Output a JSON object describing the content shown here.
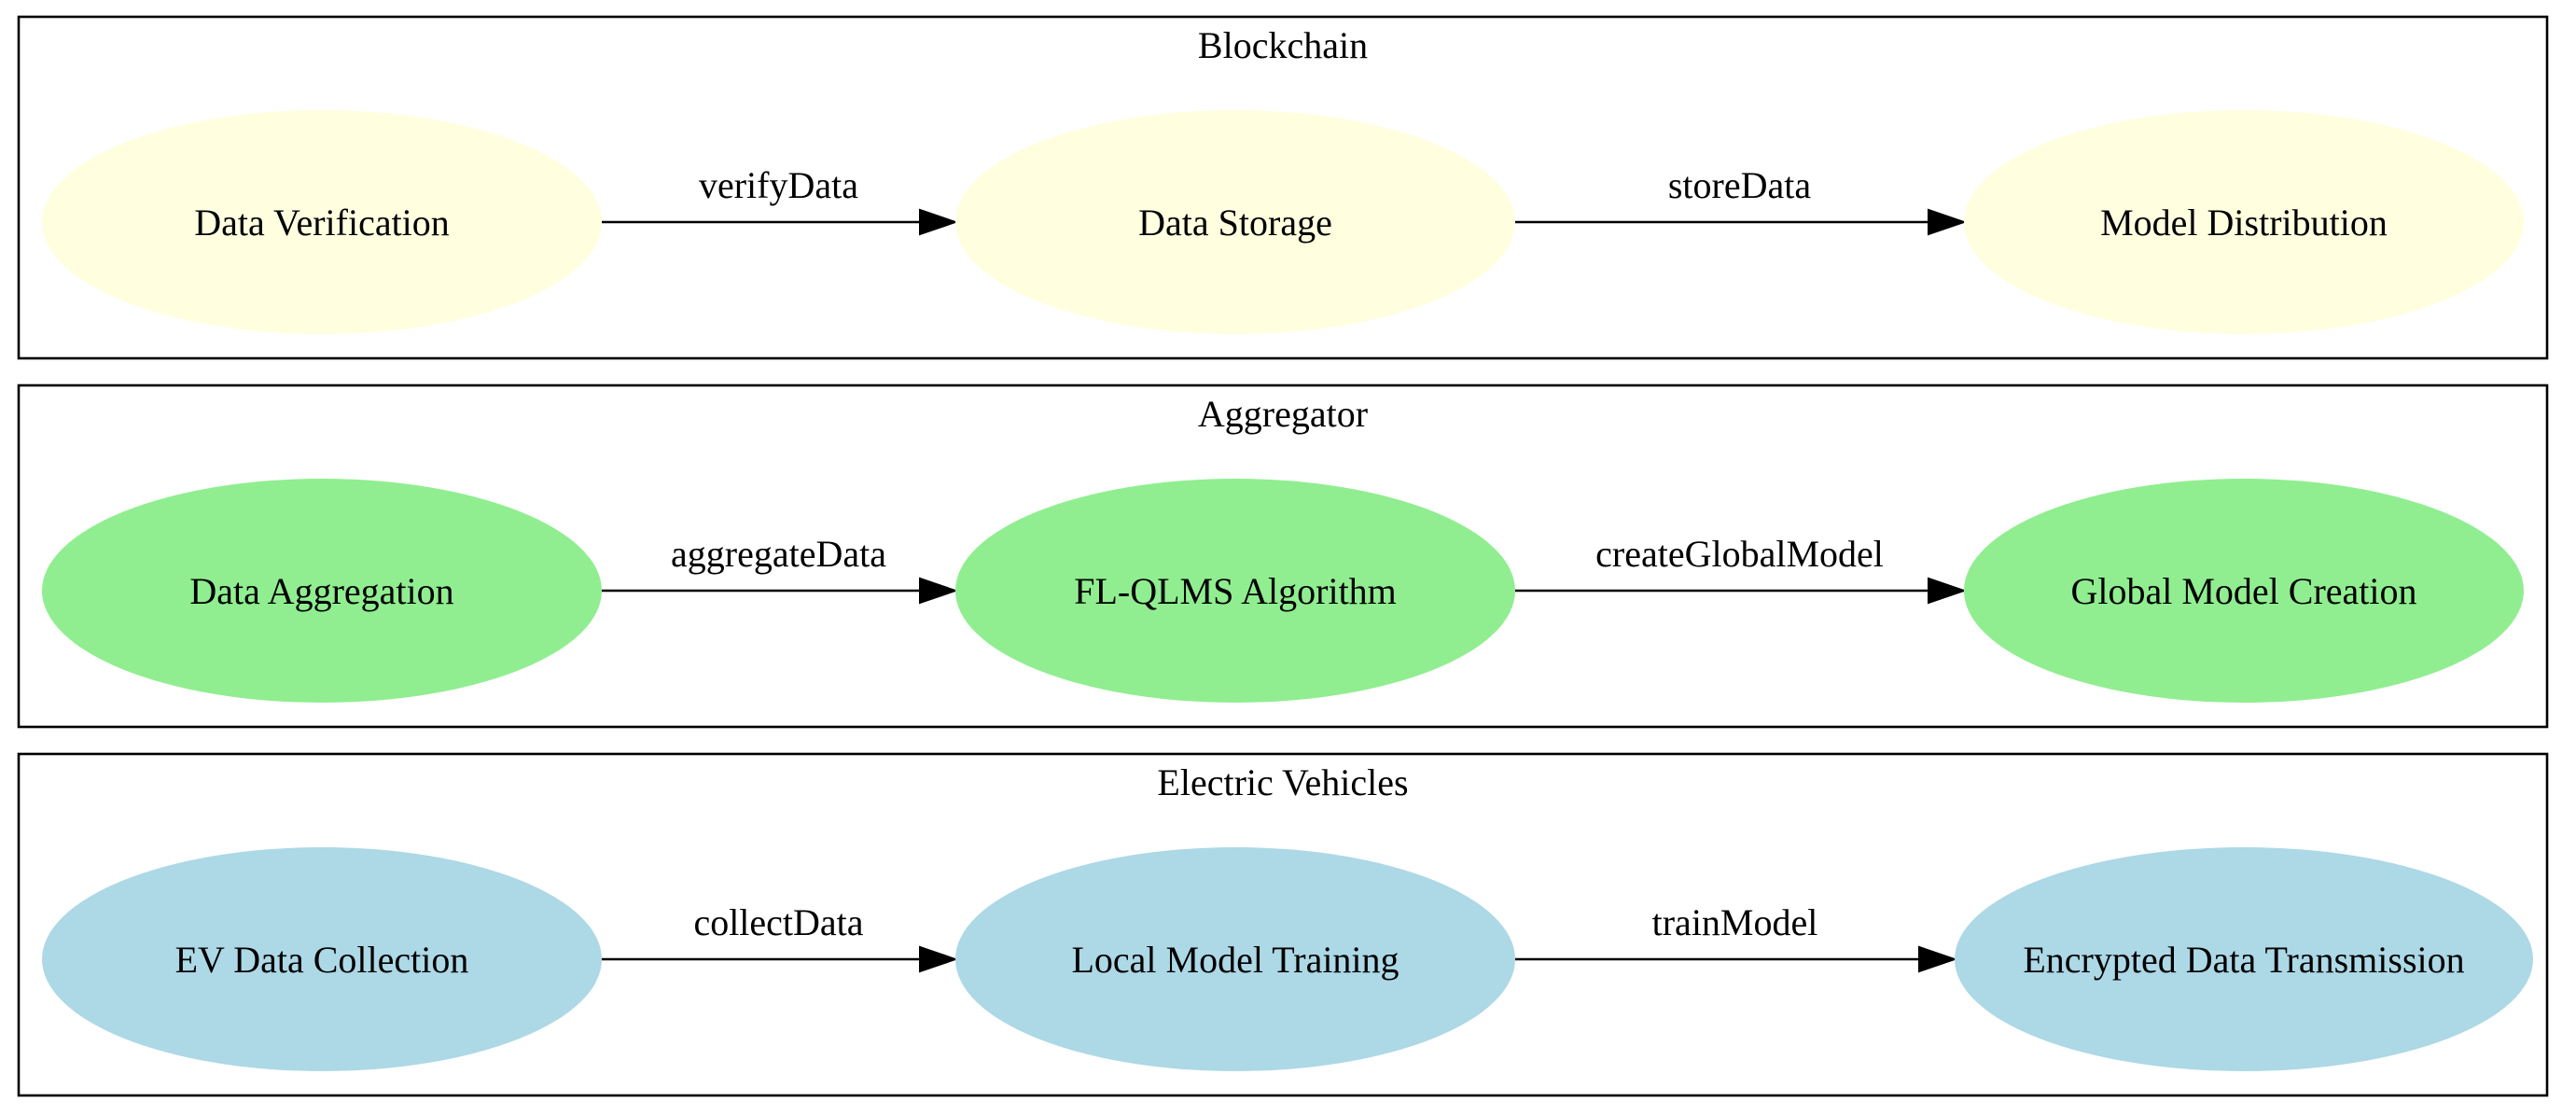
{
  "diagram": {
    "clusters": [
      {
        "id": "blockchain",
        "title": "Blockchain",
        "fill": "#ffffe0",
        "nodes": [
          {
            "id": "data-verification",
            "label": "Data Verification"
          },
          {
            "id": "data-storage",
            "label": "Data Storage"
          },
          {
            "id": "model-distribution",
            "label": "Model Distribution"
          }
        ],
        "edges": [
          {
            "from": 0,
            "to": 1,
            "label": "verifyData"
          },
          {
            "from": 1,
            "to": 2,
            "label": "storeData"
          }
        ]
      },
      {
        "id": "aggregator",
        "title": "Aggregator",
        "fill": "#90ee90",
        "nodes": [
          {
            "id": "data-aggregation",
            "label": "Data Aggregation"
          },
          {
            "id": "fl-qlms-algorithm",
            "label": "FL-QLMS Algorithm"
          },
          {
            "id": "global-model-creation",
            "label": "Global Model Creation"
          }
        ],
        "edges": [
          {
            "from": 0,
            "to": 1,
            "label": "aggregateData"
          },
          {
            "from": 1,
            "to": 2,
            "label": "createGlobalModel"
          }
        ]
      },
      {
        "id": "electric-vehicles",
        "title": "Electric Vehicles",
        "fill": "#add8e6",
        "nodes": [
          {
            "id": "ev-data-collection",
            "label": "EV Data Collection"
          },
          {
            "id": "local-model-training",
            "label": "Local Model Training"
          },
          {
            "id": "encrypted-data-transmission",
            "label": "Encrypted Data Transmission"
          }
        ],
        "edges": [
          {
            "from": 0,
            "to": 1,
            "label": "collectData"
          },
          {
            "from": 1,
            "to": 2,
            "label": "trainModel"
          }
        ]
      }
    ]
  }
}
